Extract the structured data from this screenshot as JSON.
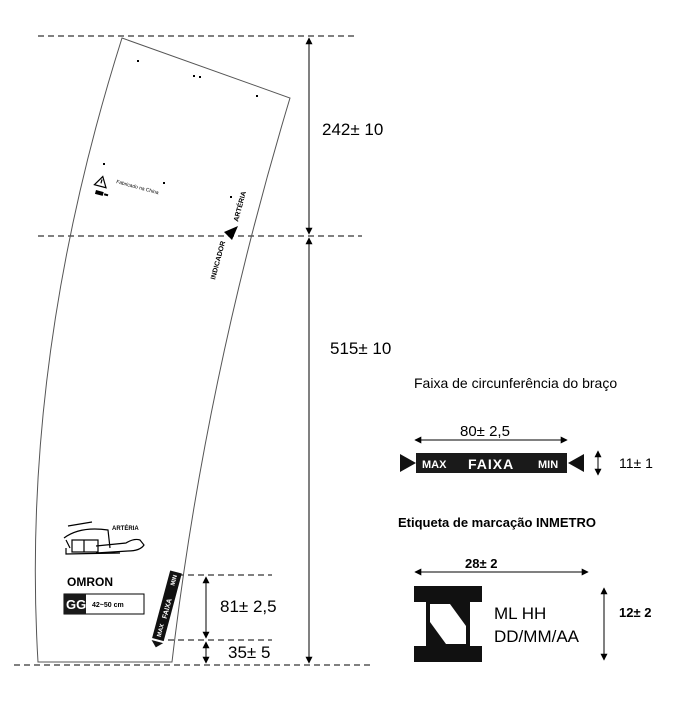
{
  "dimensions": {
    "top_section": "242± 10",
    "bottom_section": "515± 10",
    "band_length": "81± 2,5",
    "band_offset": "35± 5",
    "range_width": "80± 2,5",
    "range_height": "11± 1",
    "label_width": "28± 2",
    "label_height": "12± 2"
  },
  "range_section": {
    "title": "Faixa de circunferência do braço",
    "max": "MAX",
    "faixa": "FAIXA",
    "min": "MIN"
  },
  "inmetro_section": {
    "title": "Etiqueta de marcação INMETRO",
    "line1": "ML HH",
    "line2": "DD/MM/AA"
  },
  "cuff": {
    "indicator": "INDICADOR",
    "artery": "ARTÉRIA",
    "artery_small": "ARTÉRIA",
    "made_in": "Fabricado na China",
    "brand": "OMRON",
    "size": "GG",
    "size_range": "42~50 cm",
    "band_max": "MAX",
    "band_faixa": "FAIXA",
    "band_min": "MIN"
  },
  "colors": {
    "ink": "#000000",
    "label_bg": "#1a1a1a",
    "label_text": "#ffffff"
  }
}
